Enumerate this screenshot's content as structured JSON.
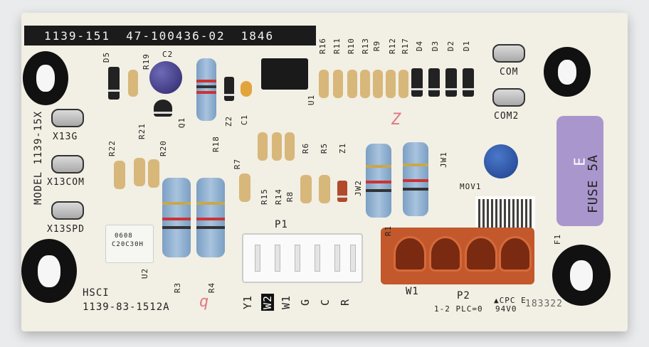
{
  "header": {
    "part": "1139-151",
    "number": "47-100436-02",
    "code": "1846"
  },
  "model": "MODEL 1139-15X",
  "terminals_left": [
    "X13G",
    "X13COM",
    "X13SPD"
  ],
  "terminals_right": [
    "COM",
    "COM2"
  ],
  "top_labels": {
    "resistors": [
      "R16",
      "R11",
      "R10",
      "R13",
      "R9",
      "R12",
      "R17"
    ],
    "diodes": [
      "D4",
      "D3",
      "D2",
      "D1"
    ],
    "misc": [
      "D5",
      "R19",
      "C2",
      "Q1",
      "R18",
      "Z2",
      "C1",
      "U1"
    ]
  },
  "mid_labels": [
    "R22",
    "R21",
    "R20",
    "R7",
    "R15",
    "R14",
    "R8",
    "R6",
    "R5",
    "Z1",
    "JW2",
    "JW1",
    "MOV1"
  ],
  "bottom_labels": {
    "p1": "P1",
    "p1_pins": [
      "Y1",
      "W2",
      "W1",
      "G",
      "C",
      "R"
    ],
    "p2": "P2",
    "p2_w1": "W1",
    "r3": "R3",
    "r4": "R4",
    "r1": "R1",
    "u2": "U2",
    "f1": "F1",
    "hsci": "HSCI",
    "board_id": "1139-83-1512A",
    "plc_note": "1-2  PLC=0",
    "cpc": "▲CPC E",
    "rating": "94V0",
    "serial": "183322"
  },
  "fuse": {
    "label": "FUSE 5A",
    "letter": "E"
  },
  "u2_chip": {
    "line1": "0608",
    "line2": "C20C30H"
  }
}
